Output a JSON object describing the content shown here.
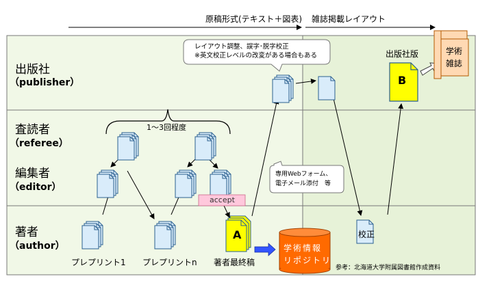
{
  "header": {
    "manuscript_format": "原稿形式(テキスト＋図表)",
    "journal_layout": "雑誌掲載レイアウト"
  },
  "lanes": {
    "publisher": {
      "ja": "出版社",
      "en": "（publisher）"
    },
    "referee": {
      "ja": "査読者",
      "en": "（referee）"
    },
    "editor": {
      "ja": "編集者",
      "en": "（editor）"
    },
    "author": {
      "ja": "著者",
      "en": "（author）"
    }
  },
  "callouts": {
    "layout_line1": "レイアウト調整、誤字･脱字校正",
    "layout_line2": "※英文校正レベルの改変がある場合もある",
    "web_line1": "専用Webフォーム、",
    "web_line2": "電子メール添付　等"
  },
  "review_rounds": "1〜3回程度",
  "accept_label": "accept",
  "labels": {
    "preprint1": "プレプリント1",
    "preprintn": "プレプリントn",
    "final_draft": "著者最終稿",
    "publisher_version": "出版社版",
    "proof": "校正",
    "doc_a": "A",
    "doc_b": "B",
    "journal_line1": "学術",
    "journal_line2": "雑誌",
    "repo_line1": "学術情報",
    "repo_line2": "リポジトリ"
  },
  "source_note": "参考：北海道大学附属図書館作成資料",
  "colors": {
    "left_panel": "#f1f8e7",
    "right_panel": "#e7f2d8",
    "doc_fill": "#d9ecfa",
    "doc_yellow": "#ffff00",
    "accept_fill": "#ffc8dc",
    "repo_fill": "#ff6a00",
    "journal_fill": "#ffd9b3",
    "arrow_blue": "#3355ff"
  }
}
